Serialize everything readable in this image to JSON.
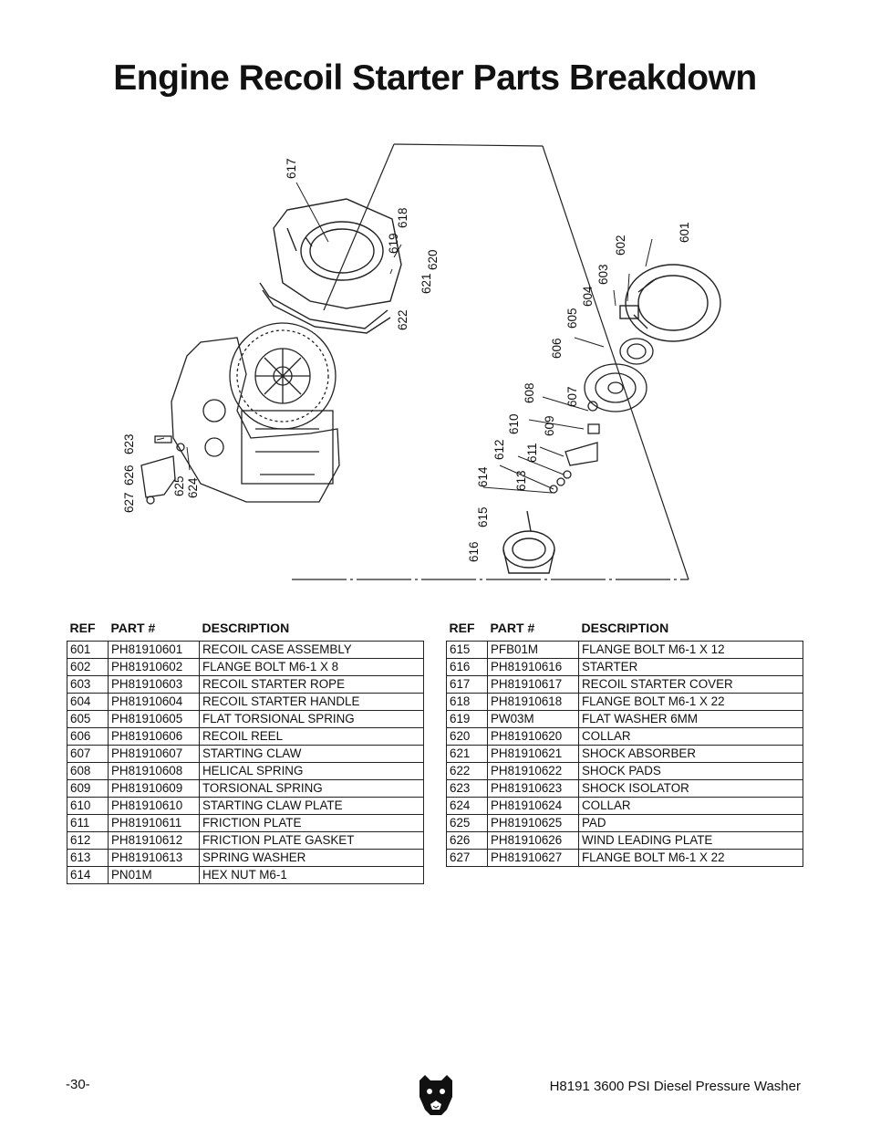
{
  "page": {
    "title": "Engine Recoil Starter Parts Breakdown",
    "page_number": "-30-",
    "manual_title": "H8191 3600 PSI Diesel Pressure Washer"
  },
  "diagram": {
    "callouts": [
      "601",
      "602",
      "603",
      "604",
      "605",
      "606",
      "607",
      "608",
      "609",
      "610",
      "611",
      "612",
      "613",
      "614",
      "615",
      "616",
      "617",
      "618",
      "619",
      "620",
      "621",
      "622",
      "623",
      "624",
      "625",
      "626",
      "627"
    ]
  },
  "table": {
    "headers": {
      "ref": "REF",
      "part": "PART #",
      "desc": "DESCRIPTION"
    },
    "left": [
      {
        "ref": "601",
        "part": "PH81910601",
        "desc": "RECOIL CASE ASSEMBLY"
      },
      {
        "ref": "602",
        "part": "PH81910602",
        "desc": "FLANGE BOLT M6-1 X 8"
      },
      {
        "ref": "603",
        "part": "PH81910603",
        "desc": "RECOIL STARTER ROPE"
      },
      {
        "ref": "604",
        "part": "PH81910604",
        "desc": "RECOIL STARTER HANDLE"
      },
      {
        "ref": "605",
        "part": "PH81910605",
        "desc": "FLAT TORSIONAL SPRING"
      },
      {
        "ref": "606",
        "part": "PH81910606",
        "desc": "RECOIL REEL"
      },
      {
        "ref": "607",
        "part": "PH81910607",
        "desc": "STARTING CLAW"
      },
      {
        "ref": "608",
        "part": "PH81910608",
        "desc": "HELICAL SPRING"
      },
      {
        "ref": "609",
        "part": "PH81910609",
        "desc": "TORSIONAL SPRING"
      },
      {
        "ref": "610",
        "part": "PH81910610",
        "desc": "STARTING CLAW PLATE"
      },
      {
        "ref": "611",
        "part": "PH81910611",
        "desc": "FRICTION PLATE"
      },
      {
        "ref": "612",
        "part": "PH81910612",
        "desc": "FRICTION PLATE GASKET"
      },
      {
        "ref": "613",
        "part": "PH81910613",
        "desc": "SPRING WASHER"
      },
      {
        "ref": "614",
        "part": "PN01M",
        "desc": "HEX NUT M6-1"
      }
    ],
    "right": [
      {
        "ref": "615",
        "part": "PFB01M",
        "desc": "FLANGE BOLT M6-1 X 12"
      },
      {
        "ref": "616",
        "part": "PH81910616",
        "desc": "STARTER"
      },
      {
        "ref": "617",
        "part": "PH81910617",
        "desc": "RECOIL STARTER COVER"
      },
      {
        "ref": "618",
        "part": "PH81910618",
        "desc": "FLANGE BOLT M6-1 X 22"
      },
      {
        "ref": "619",
        "part": "PW03M",
        "desc": "FLAT WASHER 6MM"
      },
      {
        "ref": "620",
        "part": "PH81910620",
        "desc": "COLLAR"
      },
      {
        "ref": "621",
        "part": "PH81910621",
        "desc": "SHOCK ABSORBER"
      },
      {
        "ref": "622",
        "part": "PH81910622",
        "desc": "SHOCK PADS"
      },
      {
        "ref": "623",
        "part": "PH81910623",
        "desc": "SHOCK ISOLATOR"
      },
      {
        "ref": "624",
        "part": "PH81910624",
        "desc": "COLLAR"
      },
      {
        "ref": "625",
        "part": "PH81910625",
        "desc": "PAD"
      },
      {
        "ref": "626",
        "part": "PH81910626",
        "desc": "WIND LEADING PLATE"
      },
      {
        "ref": "627",
        "part": "PH81910627",
        "desc": "FLANGE BOLT M6-1 X 22"
      }
    ]
  }
}
